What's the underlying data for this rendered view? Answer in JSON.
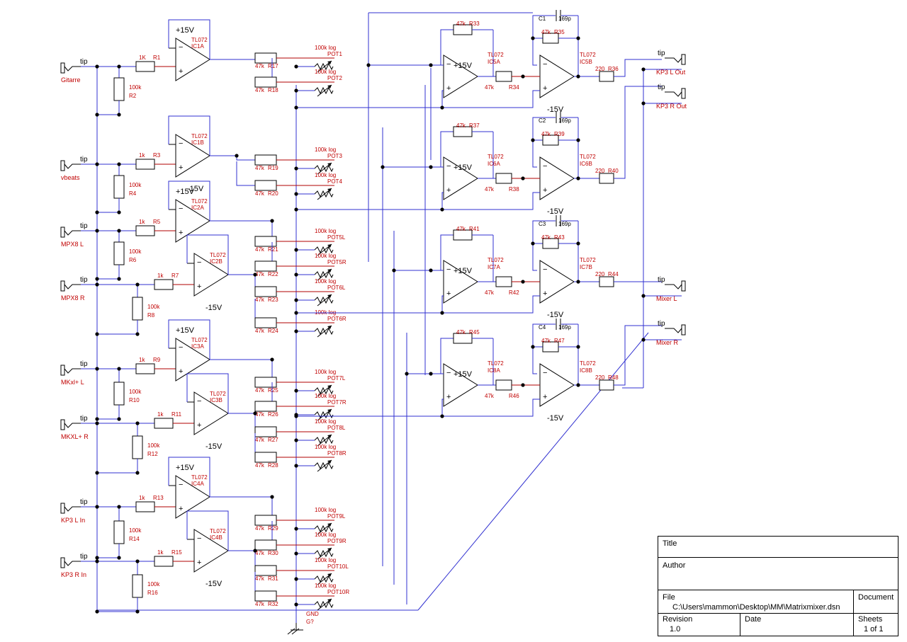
{
  "jacks": [
    {
      "label": "Gitarre",
      "pin": "tip"
    },
    {
      "label": "vbeats",
      "pin": "tip"
    },
    {
      "label": "MPX8 L",
      "pin": "tip"
    },
    {
      "label": "MPX8 R",
      "pin": "tip"
    },
    {
      "label": "MKxl+ L",
      "pin": "tip"
    },
    {
      "label": "MKXL+ R",
      "pin": "tip"
    },
    {
      "label": "KP3 L In",
      "pin": "tip"
    },
    {
      "label": "KP3 R In",
      "pin": "tip"
    }
  ],
  "outputs": [
    {
      "label": "KP3 L Out",
      "pin": "tip"
    },
    {
      "label": "KP3 R Out",
      "pin": "tip"
    },
    {
      "label": "Mixer L",
      "pin": "tip"
    },
    {
      "label": "Mixer R",
      "pin": "tip"
    }
  ],
  "input_resistors": [
    {
      "value": "1K",
      "ref": "R1"
    },
    {
      "value": "1k",
      "ref": "R3"
    },
    {
      "value": "1k",
      "ref": "R5"
    },
    {
      "value": "1k",
      "ref": "R7"
    },
    {
      "value": "1k",
      "ref": "R9"
    },
    {
      "value": "1k",
      "ref": "R11"
    },
    {
      "value": "1k",
      "ref": "R13"
    },
    {
      "value": "1k",
      "ref": "R15"
    }
  ],
  "ground_resistors": [
    {
      "value": "100k",
      "ref": "R2"
    },
    {
      "value": "100k",
      "ref": "R4"
    },
    {
      "value": "100k",
      "ref": "R6"
    },
    {
      "value": "100k",
      "ref": "R8"
    },
    {
      "value": "100k",
      "ref": "R10"
    },
    {
      "value": "100k",
      "ref": "R12"
    },
    {
      "value": "100k",
      "ref": "R14"
    },
    {
      "value": "100k",
      "ref": "R16"
    }
  ],
  "input_opamps": [
    {
      "part": "TL072",
      "ref": "IC1A",
      "supply": "+15V"
    },
    {
      "part": "TL072",
      "ref": "IC1B",
      "supply": "-15V"
    },
    {
      "part": "TL072",
      "ref": "IC2A",
      "supply": "+15V"
    },
    {
      "part": "TL072",
      "ref": "IC2B",
      "supply": "-15V"
    },
    {
      "part": "TL072",
      "ref": "IC3A",
      "supply": "+15V"
    },
    {
      "part": "TL072",
      "ref": "IC3B",
      "supply": "-15V"
    },
    {
      "part": "TL072",
      "ref": "IC4A",
      "supply": "+15V"
    },
    {
      "part": "TL072",
      "ref": "IC4B",
      "supply": "-15V"
    }
  ],
  "send_resistors": [
    {
      "value": "47k",
      "ref": "R17"
    },
    {
      "value": "47k",
      "ref": "R18"
    },
    {
      "value": "47k",
      "ref": "R19"
    },
    {
      "value": "47k",
      "ref": "R20"
    },
    {
      "value": "47k",
      "ref": "R21"
    },
    {
      "value": "47k",
      "ref": "R22"
    },
    {
      "value": "47k",
      "ref": "R23"
    },
    {
      "value": "47k",
      "ref": "R24"
    },
    {
      "value": "47k",
      "ref": "R25"
    },
    {
      "value": "47k",
      "ref": "R26"
    },
    {
      "value": "47k",
      "ref": "R27"
    },
    {
      "value": "47k",
      "ref": "R28"
    },
    {
      "value": "47k",
      "ref": "R29"
    },
    {
      "value": "47k",
      "ref": "R30"
    },
    {
      "value": "47k",
      "ref": "R31"
    },
    {
      "value": "47k",
      "ref": "R32"
    }
  ],
  "pots": [
    {
      "value": "100k log",
      "ref": "POT1"
    },
    {
      "value": "100k log",
      "ref": "POT2"
    },
    {
      "value": "100k log",
      "ref": "POT3"
    },
    {
      "value": "100k log",
      "ref": "POT4"
    },
    {
      "value": "100k log",
      "ref": "POT5L"
    },
    {
      "value": "100k log",
      "ref": "POT5R"
    },
    {
      "value": "100k log",
      "ref": "POT6L"
    },
    {
      "value": "100k log",
      "ref": "POT6R"
    },
    {
      "value": "100k log",
      "ref": "POT7L"
    },
    {
      "value": "100k log",
      "ref": "POT7R"
    },
    {
      "value": "100k log",
      "ref": "POT8L"
    },
    {
      "value": "100k log",
      "ref": "POT8R"
    },
    {
      "value": "100k log",
      "ref": "POT9L"
    },
    {
      "value": "100k log",
      "ref": "POT9R"
    },
    {
      "value": "100k log",
      "ref": "POT10L"
    },
    {
      "value": "100k log",
      "ref": "POT10R"
    }
  ],
  "mix_stages": [
    {
      "summing": {
        "part": "TL072",
        "ref": "IC5A",
        "supply": "+15V"
      },
      "sum_feedback": {
        "value": "47k",
        "ref": "R33"
      },
      "coupling": {
        "value": "47k",
        "ref": "R34"
      },
      "capacitor": {
        "ref": "C1",
        "value": "169p"
      },
      "inv_feedback": {
        "value": "47k",
        "ref": "R35"
      },
      "output_stage": {
        "part": "TL072",
        "ref": "IC5B",
        "supply": "-15V"
      },
      "output_resistor": {
        "value": "220",
        "ref": "R36"
      }
    },
    {
      "summing": {
        "part": "TL072",
        "ref": "IC6A",
        "supply": "+15V"
      },
      "sum_feedback": {
        "value": "47k",
        "ref": "R37"
      },
      "coupling": {
        "value": "47k",
        "ref": "R38"
      },
      "capacitor": {
        "ref": "C2",
        "value": "169p"
      },
      "inv_feedback": {
        "value": "47k",
        "ref": "R39"
      },
      "output_stage": {
        "part": "TL072",
        "ref": "IC6B",
        "supply": "-15V"
      },
      "output_resistor": {
        "value": "220",
        "ref": "R40"
      }
    },
    {
      "summing": {
        "part": "TL072",
        "ref": "IC7A",
        "supply": "+15V"
      },
      "sum_feedback": {
        "value": "47k",
        "ref": "R41"
      },
      "coupling": {
        "value": "47k",
        "ref": "R42"
      },
      "capacitor": {
        "ref": "C3",
        "value": "169p"
      },
      "inv_feedback": {
        "value": "47k",
        "ref": "R43"
      },
      "output_stage": {
        "part": "TL072",
        "ref": "IC7B",
        "supply": "-15V"
      },
      "output_resistor": {
        "value": "220",
        "ref": "R44"
      }
    },
    {
      "summing": {
        "part": "TL072",
        "ref": "IC8A",
        "supply": "+15V"
      },
      "sum_feedback": {
        "value": "47k",
        "ref": "R45"
      },
      "coupling": {
        "value": "47k",
        "ref": "R46"
      },
      "capacitor": {
        "ref": "C4",
        "value": "169p"
      },
      "inv_feedback": {
        "value": "47k",
        "ref": "R47"
      },
      "output_stage": {
        "part": "TL072",
        "ref": "IC8B",
        "supply": "-15V"
      },
      "output_resistor": {
        "value": "220",
        "ref": "R48"
      }
    }
  ],
  "ground": {
    "net": "GND",
    "ref": "G?"
  },
  "title_block": {
    "title_label": "Title",
    "title_value": "",
    "author_label": "Author",
    "author_value": "",
    "file_label": "File",
    "file_value": "C:\\Users\\mammon\\Desktop\\MM\\Matrixmixer.dsn",
    "document_label": "Document",
    "revision_label": "Revision",
    "revision_value": "1.0",
    "date_label": "Date",
    "date_value": "",
    "sheets_label": "Sheets",
    "sheets_value": "1 of 1"
  },
  "colors": {
    "wire": "#3030d0",
    "component": "#b00000",
    "label": "#c00000",
    "line": "#000000",
    "background": "#ffffff"
  }
}
